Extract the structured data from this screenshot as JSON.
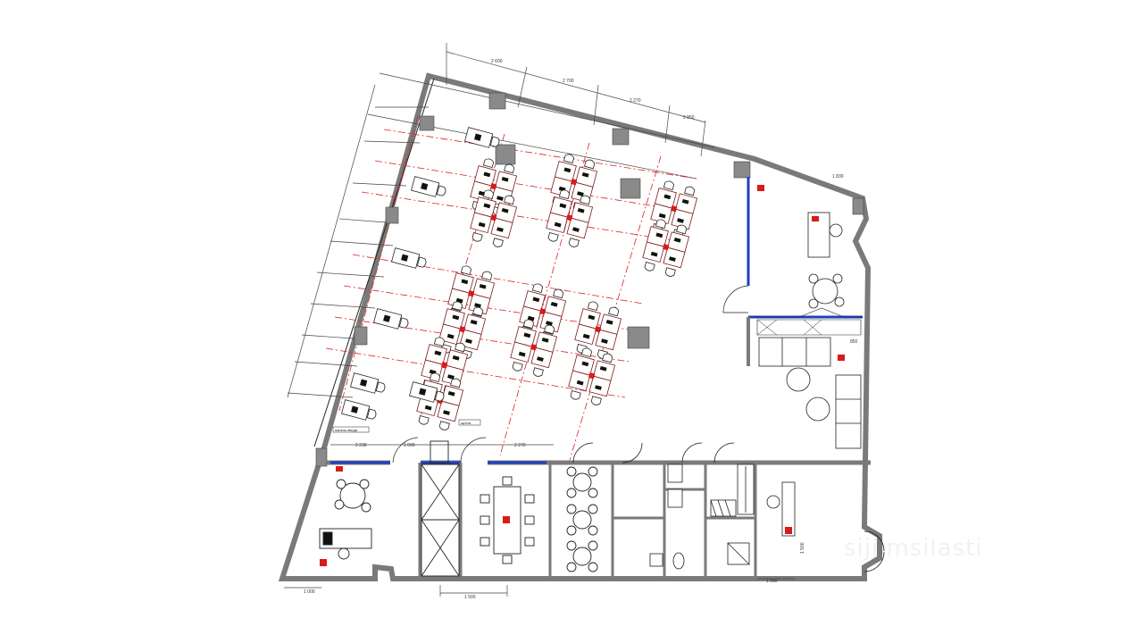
{
  "colors": {
    "wall": "#7a7a7a",
    "line": "#222222",
    "axis": "#e02020",
    "glass": "#1f3fbf",
    "column": "#8a8a8a",
    "extinguisher": "#d81b1b"
  },
  "dimensions": {
    "top_1": "2 600",
    "top_2": "2 700",
    "top_3": "2 270",
    "top_4": "2 950",
    "right_top": "1 830",
    "bottom_left": "1 000",
    "bottom_mid": "1 500",
    "bottom_right": "1 050",
    "partition_1": "2 238",
    "partition_2": "1 000",
    "partition_3": "2 270",
    "right_vertical": "1 500",
    "small_right": "850"
  },
  "labels": {
    "corridor_tag": "панель ввода",
    "shaft_tag": "щиток"
  },
  "watermark": "sijjimsilasti"
}
